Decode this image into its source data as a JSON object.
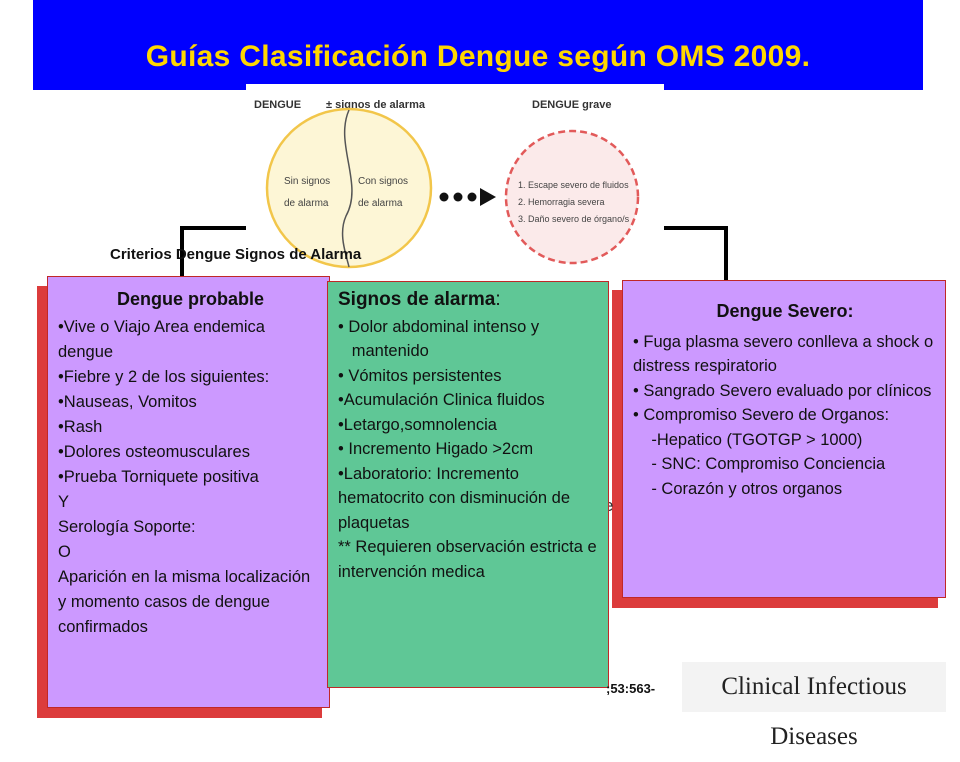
{
  "header": {
    "title": "Guías Clasificación Dengue según OMS 2009."
  },
  "diagram": {
    "left_heading_1": "DENGUE",
    "left_heading_2": "± signos de alarma",
    "right_heading": "DENGUE grave",
    "left_circle_a": [
      "Sin signos",
      "de alarma"
    ],
    "left_circle_b": [
      "Con signos",
      "de alarma"
    ],
    "right_items": [
      "1. Escape severo de fluidos",
      "2. Hemorragia severa",
      "3. Daño severo de órgano/s"
    ]
  },
  "criteria_label": "Criterios Dengue Signos de Alarma",
  "probable": {
    "title": "Dengue probable",
    "lines": [
      "•Vive o Viajo Area endemica dengue",
      "•Fiebre y 2 de los siguientes:",
      "•Nauseas, Vomitos",
      "•Rash",
      "•Dolores osteomusculares",
      "•Prueba Torniquete positiva",
      "Y",
      "Serología Soporte:",
      "O",
      "Aparición en la misma localización y momento casos de dengue confirmados"
    ]
  },
  "alarm": {
    "title": "Signos de alarma",
    "title_colon": ":",
    "lines": [
      "•  Dolor abdominal intenso y",
      "   mantenido",
      "•  Vómitos persistentes",
      "•Acumulación Clinica fluidos",
      "•Letargo,somnolencia",
      "• Incremento Higado >2cm",
      "•Laboratorio: Incremento hematocrito con disminución de plaquetas",
      "** Requieren observación estricta e intervención medica"
    ]
  },
  "severe": {
    "title": "Dengue Severo:",
    "lines": [
      "•  Fuga plasma severo conlleva a shock o distress respiratorio",
      "•  Sangrado Severo evaluado por clínicos",
      "•  Compromiso Severo de Organos:",
      "    -Hepatico (TGOTGP > 1000)",
      "    - SNC: Compromiso Conciencia",
      "    - Corazón y otros organos"
    ]
  },
  "fragment_text": "e",
  "reference": ";53:563-",
  "journal": "Clinical Infectious Diseases",
  "colors": {
    "title_bg": "#0000ff",
    "title_text": "#ffd700",
    "purple": "#cc99ff",
    "green": "#5fc796",
    "shadow": "#dc3c3c"
  }
}
